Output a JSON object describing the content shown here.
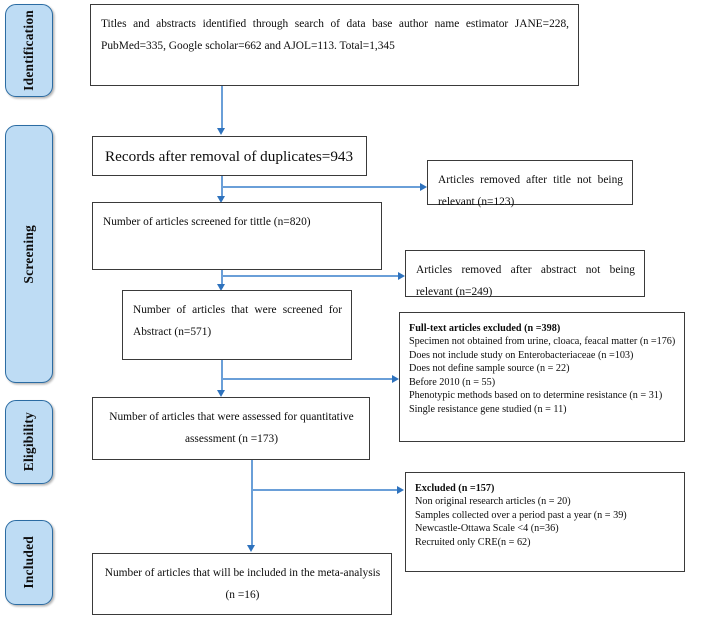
{
  "diagram": {
    "title": "PRISMA study selection flow diagram",
    "accent_blue": "#6a9fd8",
    "arrow_blue": "#2e72bd",
    "stage_fill": "#bedcf4",
    "stage_border": "#2b6ca3",
    "box_border": "#3a3a3a"
  },
  "stages": [
    {
      "label": "Identification"
    },
    {
      "label": "Screening"
    },
    {
      "label": "Eligibility"
    },
    {
      "label": "Included"
    }
  ],
  "boxes": {
    "identified": {
      "text": "Titles and abstracts identified through search of data base author name estimator JANE=228, PubMed=335, Google scholar=662 and AJOL=113. Total=1,345"
    },
    "duplicates_removed": {
      "text": "Records after removal of duplicates=943"
    },
    "screened_title": {
      "text": "Number of articles screened for tittle (n=820)"
    },
    "removed_title": {
      "text": "Articles removed after title not being relevant (n=123)"
    },
    "screened_abstract": {
      "text": "Number of articles that were screened for Abstract (n=571)"
    },
    "removed_abstract": {
      "text": "Articles removed after abstract not being relevant (n=249)"
    },
    "fulltext_excluded": {
      "heading": "Full-text articles excluded (n =398)",
      "reasons": [
        "Specimen not obtained from urine, cloaca, feacal matter (n =176)",
        "Does not include study on Enterobacteriaceae (n =103)",
        "Does not define sample source (n = 22)",
        "Before 2010 (n = 55)",
        "Phenotypic methods based on to determine resistance (n = 31)",
        "Single resistance gene studied (n =  11)"
      ]
    },
    "assessed_quantitative": {
      "text": "Number of articles that were assessed for quantitative assessment (n =173)"
    },
    "excluded_final": {
      "heading": "Excluded (n =157)",
      "reasons": [
        "Non original research articles (n = 20)",
        "Samples collected over a period past a year (n = 39)",
        "Newcastle-Ottawa Scale <4 (n=36)",
        "Recruited only CRE(n = 62)"
      ]
    },
    "included_meta": {
      "text": "Number of articles that will be included in the meta-analysis (n =16)"
    }
  }
}
